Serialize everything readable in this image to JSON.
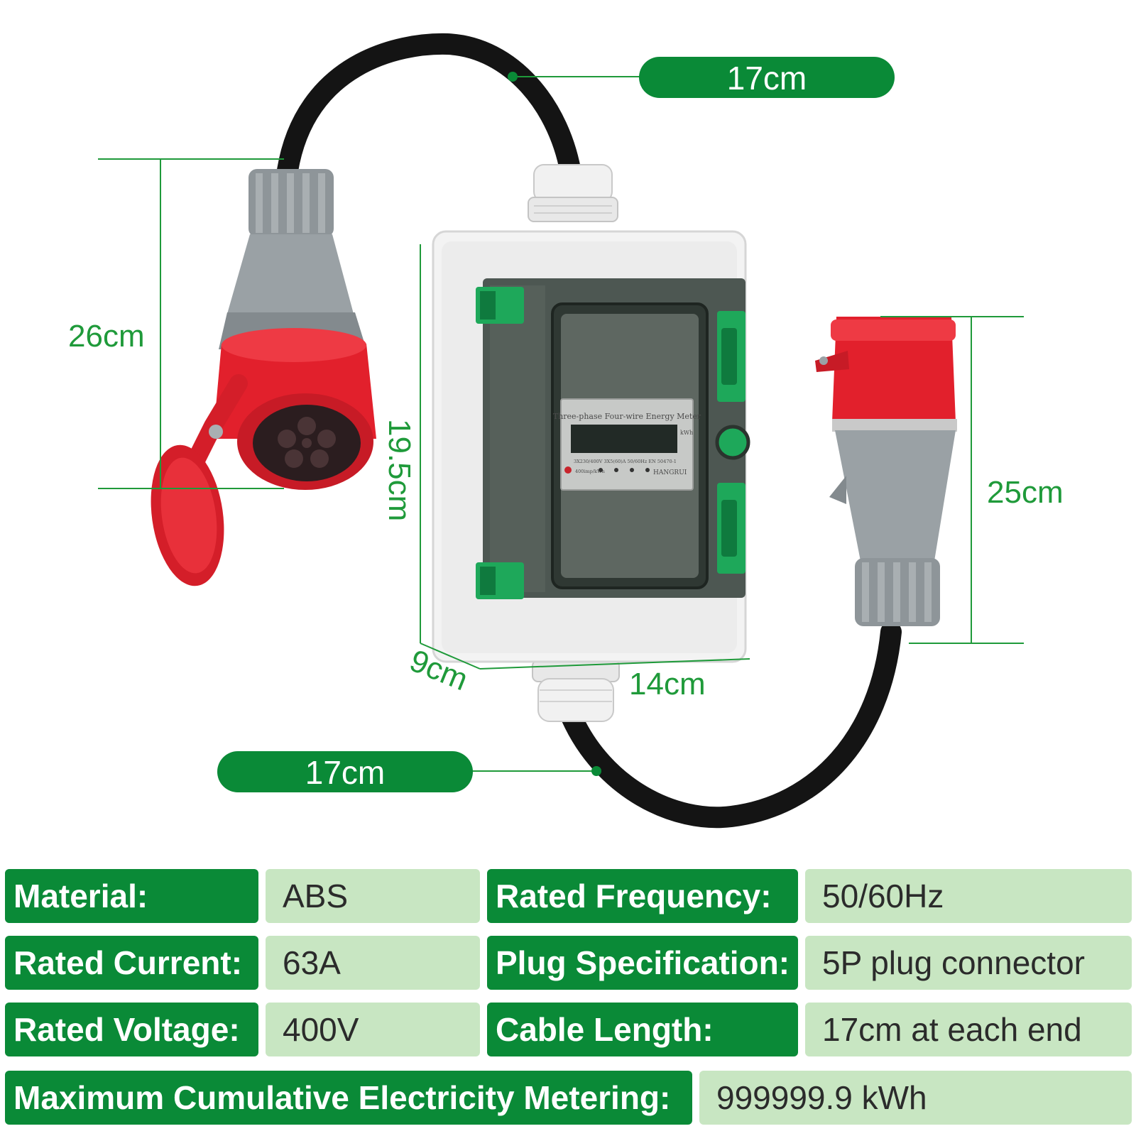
{
  "dimensions": {
    "top_cable": "17cm",
    "bottom_cable": "17cm",
    "socket_length": "26cm",
    "plug_length": "25cm",
    "box_height": "19.5cm",
    "box_depth": "9cm",
    "box_width": "14cm"
  },
  "meter": {
    "title": "Three-phase Four-wire Energy Meter",
    "unit": "kWh",
    "spec_line": "3X230/400V  3X5(60)A  50/60Hz  EN 50470-1",
    "imp_line": "400imp/kWh",
    "brand": "HANGRUI"
  },
  "specs": {
    "material_label": "Material:",
    "material_value": "ABS",
    "frequency_label": "Rated Frequency:",
    "frequency_value": "50/60Hz",
    "current_label": "Rated Current:",
    "current_value": "63A",
    "plug_label": "Plug Specification:",
    "plug_value": "5P plug connector",
    "voltage_label": "Rated Voltage:",
    "voltage_value": "400V",
    "cable_label": "Cable Length:",
    "cable_value": "17cm at each end",
    "metering_label": "Maximum Cumulative Electricity Metering:",
    "metering_value": "999999.9 kWh"
  },
  "colors": {
    "brand_green": "#0a8a37",
    "dimension_green": "#1f9a3a",
    "value_bg": "#c8e6c2",
    "plug_red": "#e2202c",
    "plug_grey": "#8e9599"
  }
}
